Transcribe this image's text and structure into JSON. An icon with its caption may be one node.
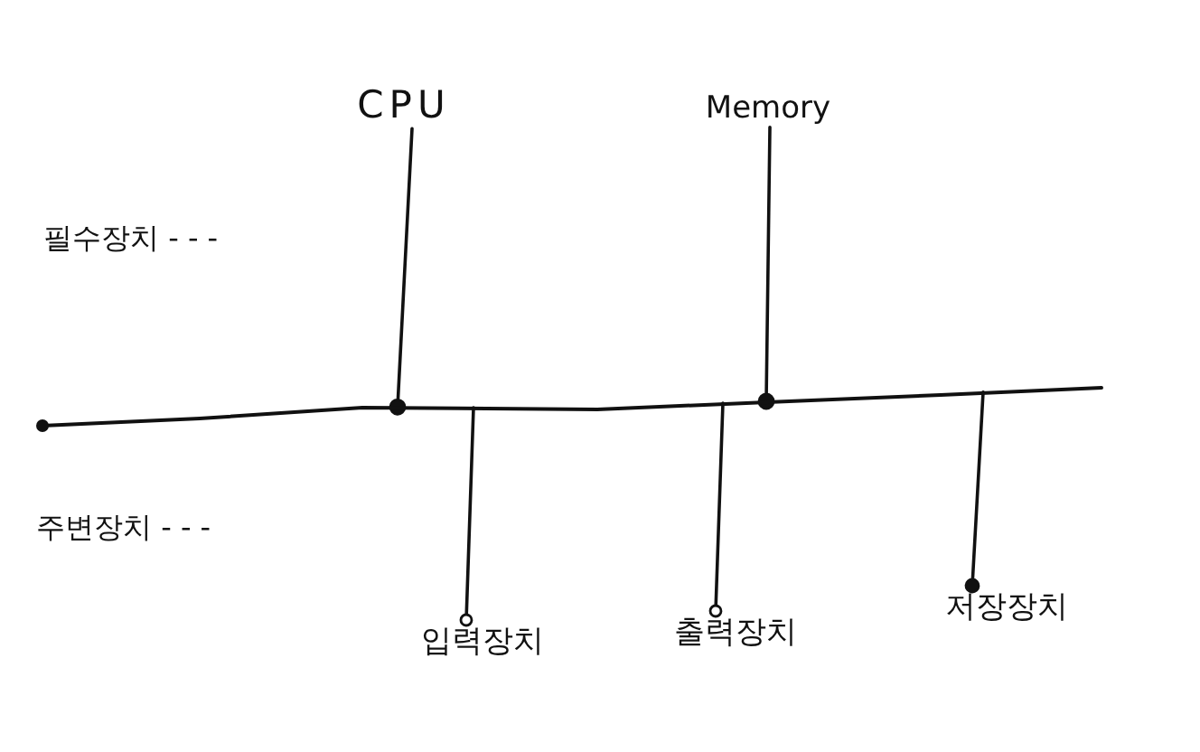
{
  "diagram": {
    "nodes": [
      {
        "text": [
          "CPU"
        ]
      },
      {
        "text": [
          "Memory"
        ]
      },
      {
        "text": [],
        "shape": "line"
      },
      {
        "text": [
          "입력장치"
        ]
      },
      {
        "text": [
          "출력장치"
        ]
      },
      {
        "text": [
          "저장장치"
        ]
      }
    ],
    "edges": [
      {
        "from": 0,
        "to": 2,
        "arrow": "other"
      },
      {
        "from": 1,
        "to": 2,
        "arrow": "other"
      },
      {
        "from": 2,
        "to": 3,
        "arrow": "other"
      },
      {
        "from": 2,
        "to": 4,
        "arrow": "other"
      },
      {
        "from": 2,
        "to": 5,
        "arrow": "other"
      }
    ],
    "labels": [
      "필수장치 - - -",
      "주변장치 - - -"
    ]
  }
}
